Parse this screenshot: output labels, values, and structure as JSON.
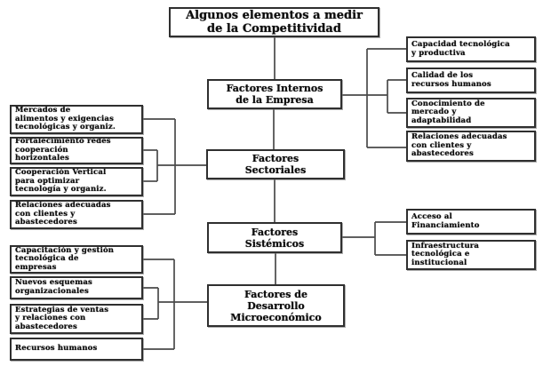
{
  "title": {
    "label": "Algunos elementos a medir\nde la Competitividad"
  },
  "central": [
    {
      "label": "Factores Internos\nde la Empresa"
    },
    {
      "label": "Factores\nSectoriales"
    },
    {
      "label": "Factores\nSistémicos"
    },
    {
      "label": "Factores de\nDesarrollo\nMicroeconómico"
    }
  ],
  "right_internos": [
    {
      "label": "Capacidad tecnológica\ny productiva"
    },
    {
      "label": "Calidad de los\nrecursos humanos"
    },
    {
      "label": "Conocimiento de\nmercado y\nadaptabilidad"
    },
    {
      "label": "Relaciones adecuadas\ncon clientes y\nabastecedores"
    }
  ],
  "right_sistemicos": [
    {
      "label": "Acceso al\nFinanciamiento"
    },
    {
      "label": "Infraestructura\ntecnológica e\ninstitucional"
    }
  ],
  "left_sectoriales": [
    {
      "label": "Mercados de\nalimentos y exigencias\ntecnológicas y organiz."
    },
    {
      "label": "Fortalecimiento redes\ncooperación\nhorizontales"
    },
    {
      "label": "Cooperación Vertical\npara optimizar\ntecnología y organiz."
    },
    {
      "label": "Relaciones adecuadas\ncon clientes y\nabastecedores"
    }
  ],
  "left_desarrollo": [
    {
      "label": "Capacitación y gestión\ntecnológica de\nempresas"
    },
    {
      "label": "Nuevos esquemas\norganizacionales"
    },
    {
      "label": "Estrategias de ventas\ny relaciones con\nabastecedores"
    },
    {
      "label": "Recursos humanos"
    }
  ],
  "colors": {
    "background": "#ffffff",
    "box_border": "#2f2f2f",
    "connector": "#4a4a4a",
    "text": "#0d0d0d"
  }
}
